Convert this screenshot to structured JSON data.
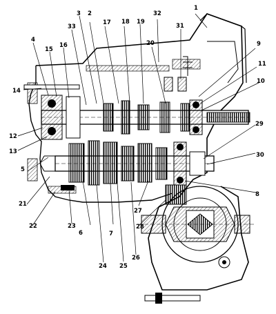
{
  "diagram": {
    "callouts": [
      {
        "id": "1",
        "label": "1"
      },
      {
        "id": "2",
        "label": "2"
      },
      {
        "id": "3",
        "label": "3"
      },
      {
        "id": "4",
        "label": "4"
      },
      {
        "id": "5",
        "label": "5"
      },
      {
        "id": "6",
        "label": "6"
      },
      {
        "id": "7",
        "label": "7"
      },
      {
        "id": "8",
        "label": "8"
      },
      {
        "id": "9",
        "label": "9"
      },
      {
        "id": "10",
        "label": "10"
      },
      {
        "id": "11",
        "label": "11"
      },
      {
        "id": "12",
        "label": "12"
      },
      {
        "id": "13",
        "label": "13"
      },
      {
        "id": "14",
        "label": "14"
      },
      {
        "id": "15",
        "label": "15"
      },
      {
        "id": "16",
        "label": "16"
      },
      {
        "id": "17",
        "label": "17"
      },
      {
        "id": "18",
        "label": "18"
      },
      {
        "id": "19",
        "label": "19"
      },
      {
        "id": "20",
        "label": "20"
      },
      {
        "id": "21",
        "label": "21"
      },
      {
        "id": "22",
        "label": "22"
      },
      {
        "id": "23",
        "label": "23"
      },
      {
        "id": "24",
        "label": "24"
      },
      {
        "id": "25",
        "label": "25"
      },
      {
        "id": "26",
        "label": "26"
      },
      {
        "id": "27",
        "label": "27"
      },
      {
        "id": "28",
        "label": "28"
      },
      {
        "id": "29",
        "label": "29"
      },
      {
        "id": "30",
        "label": "30"
      },
      {
        "id": "31",
        "label": "31"
      },
      {
        "id": "32",
        "label": "32"
      },
      {
        "id": "33",
        "label": "33"
      }
    ]
  }
}
